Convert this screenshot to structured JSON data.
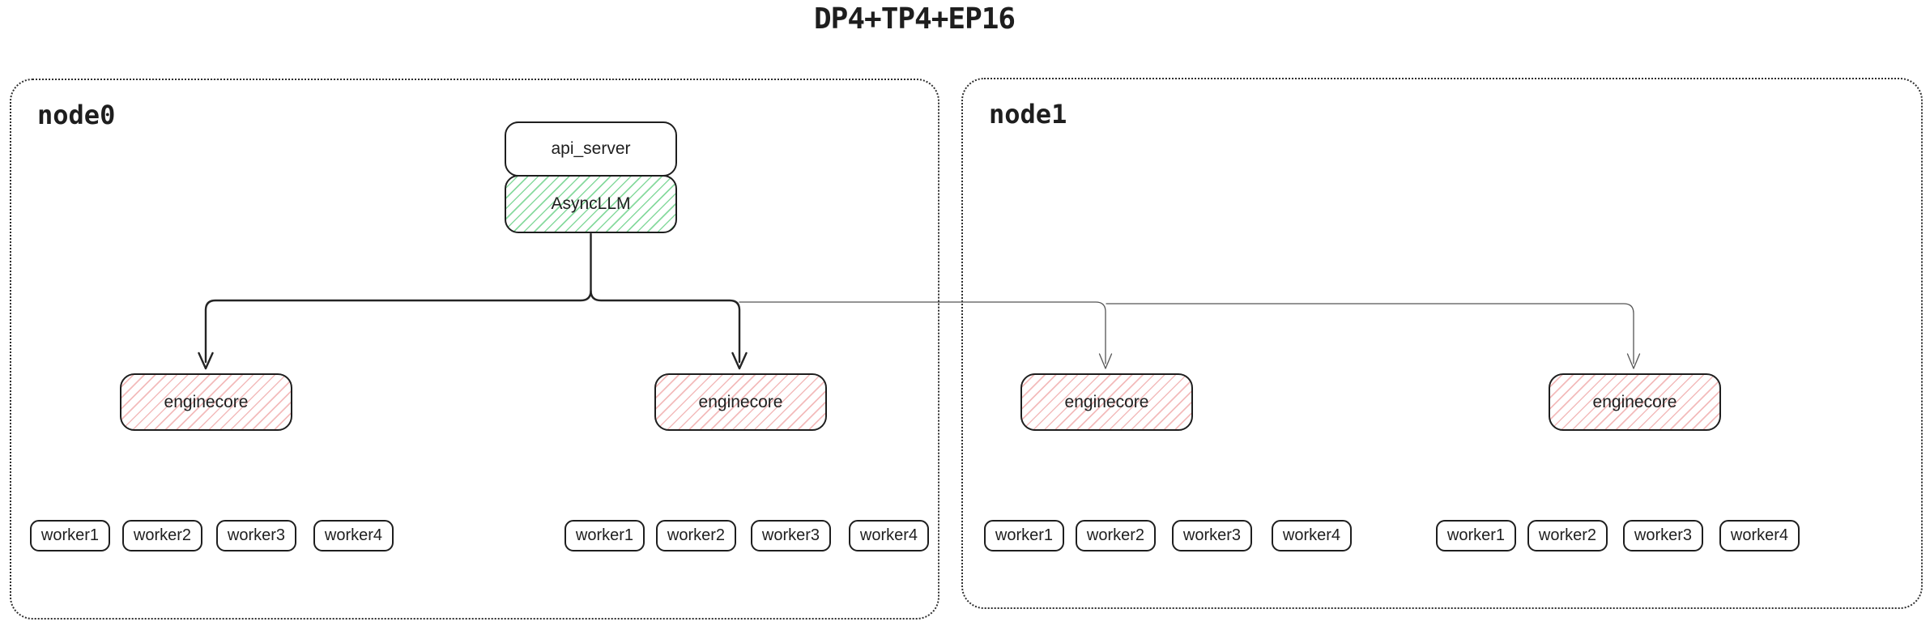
{
  "title": "DP4+TP4+EP16",
  "colors": {
    "stroke": "#1e1e1e",
    "node_border": "#2e2e2e",
    "green_hatch": "#72d38d",
    "red_hatch": "#f0aaaa",
    "thin_line": "#555555",
    "background": "#ffffff"
  },
  "nodes": [
    {
      "label": "node0",
      "api_server_label": "api_server",
      "async_llm_label": "AsyncLLM",
      "enginecores": [
        {
          "label": "enginecore",
          "workers": [
            "worker1",
            "worker2",
            "worker3",
            "worker4"
          ]
        },
        {
          "label": "enginecore",
          "workers": [
            "worker1",
            "worker2",
            "worker3",
            "worker4"
          ]
        }
      ]
    },
    {
      "label": "node1",
      "enginecores": [
        {
          "label": "enginecore",
          "workers": [
            "worker1",
            "worker2",
            "worker3",
            "worker4"
          ]
        },
        {
          "label": "enginecore",
          "workers": [
            "worker1",
            "worker2",
            "worker3",
            "worker4"
          ]
        }
      ]
    }
  ]
}
